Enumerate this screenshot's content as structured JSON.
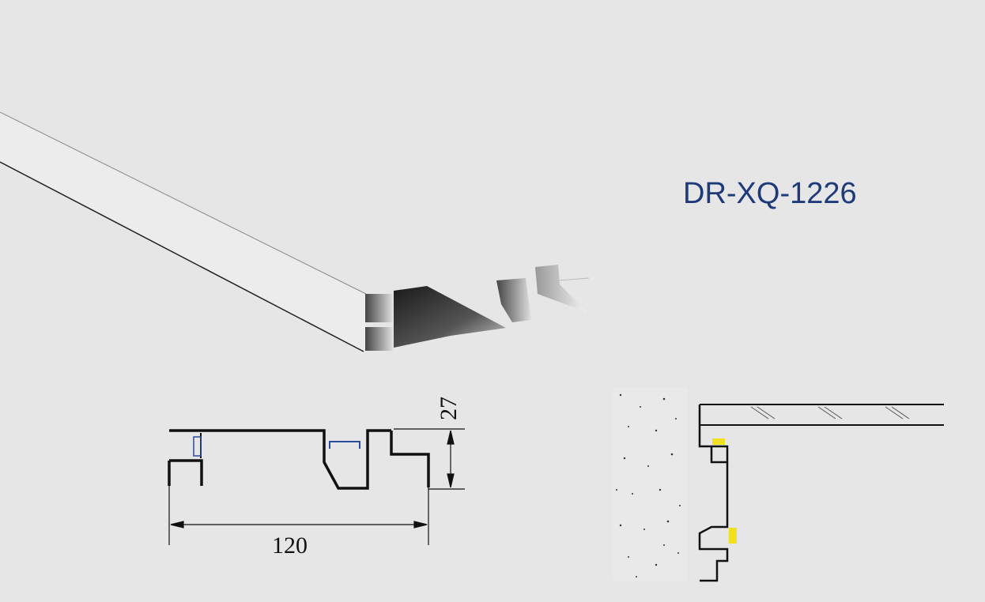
{
  "product": {
    "model_code": "DR-XQ-1226",
    "title_color": "#1f3a7a"
  },
  "profile_3d": {
    "description": "isometric aluminium extrusion profile"
  },
  "section_drawing": {
    "width_dimension": "120",
    "height_dimension": "27",
    "insert_color": "#2a4a9a"
  },
  "installation_drawing": {
    "led_color": "#f0e020",
    "wall": "concrete hatch",
    "ceiling": "glass/panel"
  },
  "colors": {
    "background": "#e6e6e6",
    "line": "#111111"
  }
}
